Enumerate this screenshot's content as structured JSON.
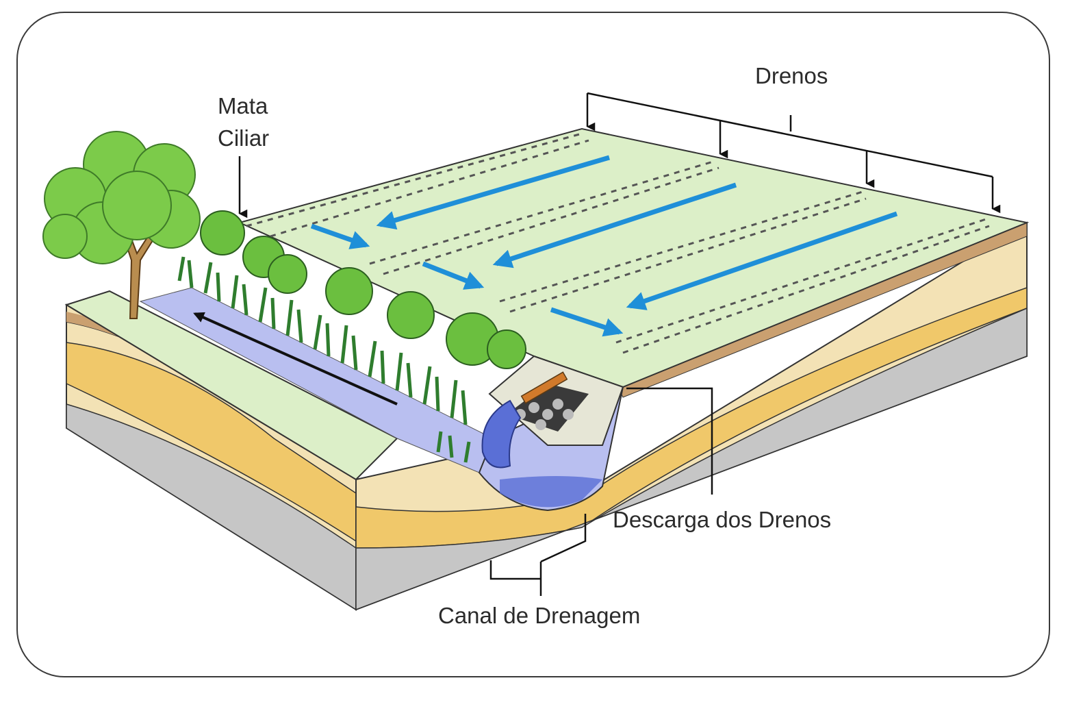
{
  "labels": {
    "drenos": "Drenos",
    "mata_ciliar_line1": "Mata",
    "mata_ciliar_line2": "Ciliar",
    "descarga": "Descarga dos Drenos",
    "canal": "Canal de Drenagem"
  },
  "colors": {
    "field": "#dcefc8",
    "flow_arrow": "#1f8fd8",
    "water": "#b9bff0",
    "tree": "#7ccb4a",
    "soil_light": "#f2e2b8",
    "soil_orange": "#f0c768",
    "bedrock": "#c9c9c9"
  },
  "icons": [
    "tree-icon",
    "shrub-icon",
    "grass-icon",
    "drain-pipe-icon",
    "water-discharge-icon"
  ]
}
